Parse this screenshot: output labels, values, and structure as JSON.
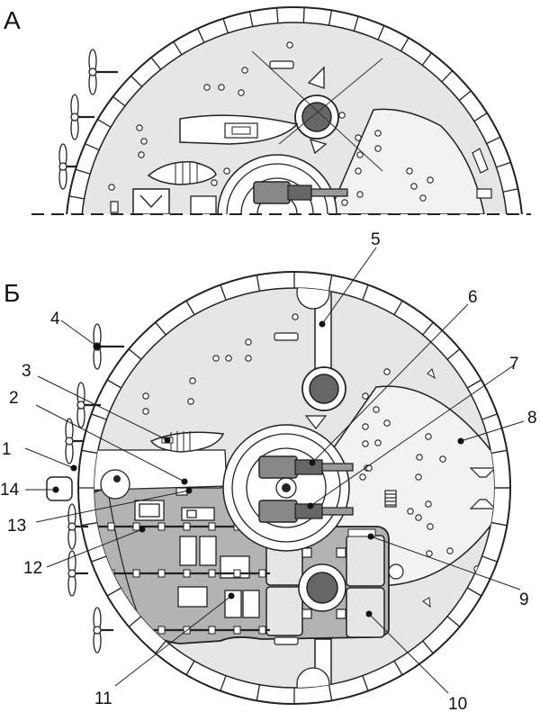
{
  "figure": {
    "view_a_label": "А",
    "view_b_label": "Б",
    "callouts": [
      "1",
      "2",
      "3",
      "4",
      "5",
      "6",
      "7",
      "8",
      "9",
      "10",
      "11",
      "12",
      "13",
      "14"
    ]
  },
  "colors": {
    "hull": "#e6e6e6",
    "compartment": "#b3b3b3",
    "tube": "#666666",
    "outline": "#222222",
    "background": "#ffffff"
  }
}
